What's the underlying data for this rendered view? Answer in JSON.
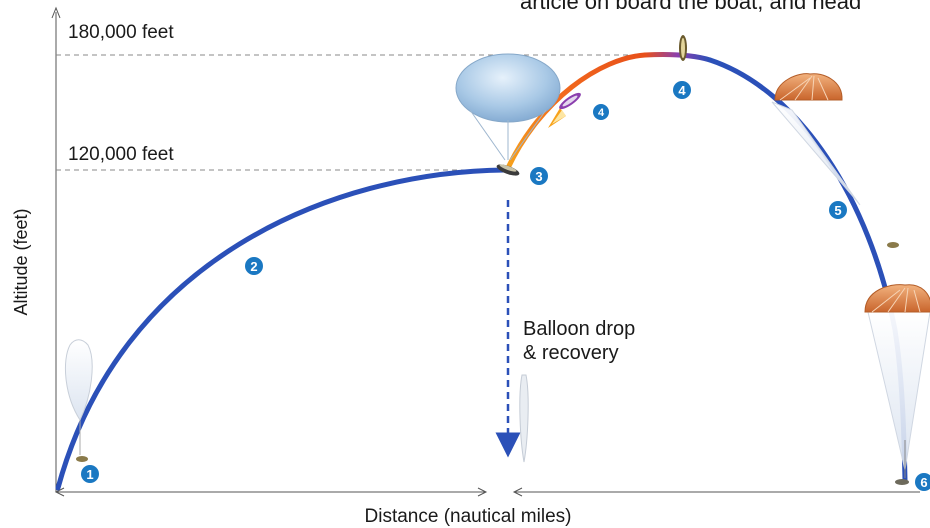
{
  "caption_fragment": "article on board the boat, and head",
  "axes": {
    "x_label": "Distance (nautical miles)",
    "y_label": "Altitude (feet)"
  },
  "altitude_marks": [
    {
      "label": "180,000 feet"
    },
    {
      "label": "120,000 feet"
    }
  ],
  "balloon_drop": {
    "line1": "Balloon drop",
    "line2": "& recovery"
  },
  "steps": [
    "1",
    "2",
    "3",
    "4",
    "4",
    "5",
    "6"
  ],
  "colors": {
    "trajectory": "#2b50b8",
    "boost": "#f26b1d",
    "badge": "#1a78c2",
    "axis": "#555555",
    "guide": "#888888",
    "drop_arrow": "#2b50b8",
    "canopy": "#e0884a"
  },
  "icons": [
    "balloon-icon",
    "test-vehicle-icon",
    "parachute-icon",
    "deflated-balloon-icon"
  ]
}
